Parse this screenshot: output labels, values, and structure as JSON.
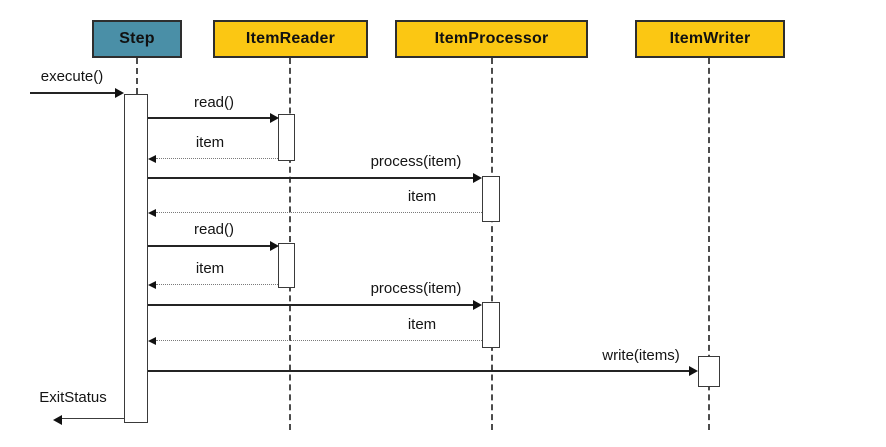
{
  "diagram": {
    "type": "uml-sequence-diagram",
    "actors": [
      {
        "name": "Step",
        "fill": "#4A8FA7"
      },
      {
        "name": "ItemReader",
        "fill": "#FBC713"
      },
      {
        "name": "ItemProcessor",
        "fill": "#FBC713"
      },
      {
        "name": "ItemWriter",
        "fill": "#FBC713"
      }
    ],
    "messages": [
      {
        "label": "execute()",
        "from": "caller",
        "to": "Step",
        "kind": "call"
      },
      {
        "label": "read()",
        "from": "Step",
        "to": "ItemReader",
        "kind": "call"
      },
      {
        "label": "item",
        "from": "ItemReader",
        "to": "Step",
        "kind": "return"
      },
      {
        "label": "process(item)",
        "from": "Step",
        "to": "ItemProcessor",
        "kind": "call"
      },
      {
        "label": "item",
        "from": "ItemProcessor",
        "to": "Step",
        "kind": "return"
      },
      {
        "label": "read()",
        "from": "Step",
        "to": "ItemReader",
        "kind": "call"
      },
      {
        "label": "item",
        "from": "ItemReader",
        "to": "Step",
        "kind": "return"
      },
      {
        "label": "process(item)",
        "from": "Step",
        "to": "ItemProcessor",
        "kind": "call"
      },
      {
        "label": "item",
        "from": "ItemProcessor",
        "to": "Step",
        "kind": "return"
      },
      {
        "label": "write(items)",
        "from": "Step",
        "to": "ItemWriter",
        "kind": "call"
      },
      {
        "label": "ExitStatus",
        "from": "Step",
        "to": "caller",
        "kind": "return"
      }
    ],
    "colors": {
      "step_fill": "#4A8FA7",
      "component_fill": "#FBC713",
      "box_border": "#2E2E2E",
      "call_line": "#242424",
      "return_line": "#7A7A7A",
      "background": "#FFFFFF"
    }
  }
}
